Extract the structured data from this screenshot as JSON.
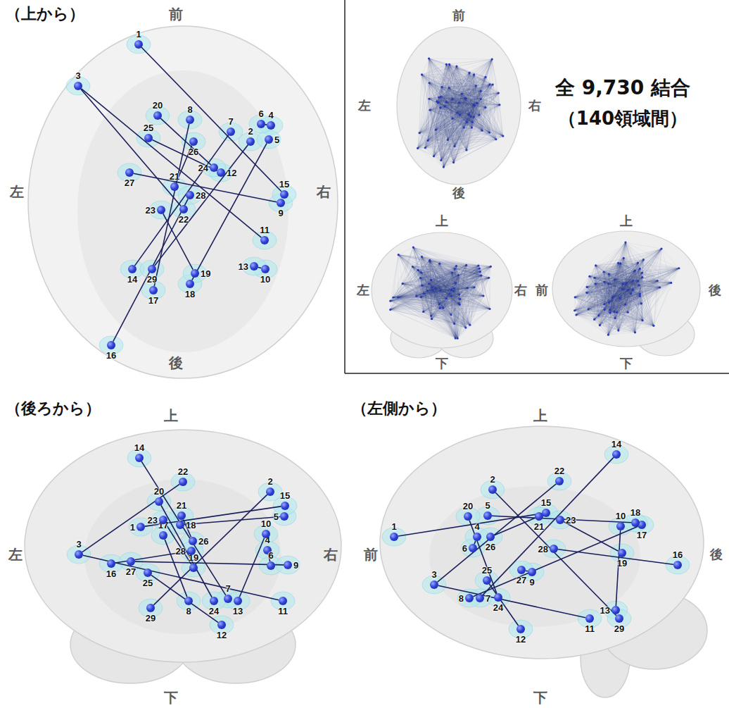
{
  "diagram": {
    "nodes": [
      {
        "text": [
          "1"
        ]
      },
      {
        "text": [
          "2"
        ]
      },
      {
        "text": [
          "3"
        ]
      },
      {
        "text": [
          "4"
        ]
      },
      {
        "text": [
          "5"
        ]
      },
      {
        "text": [
          "6"
        ]
      },
      {
        "text": [
          "7"
        ]
      },
      {
        "text": [
          "8"
        ]
      },
      {
        "text": [
          "9"
        ]
      },
      {
        "text": [
          "10"
        ]
      },
      {
        "text": [
          "11"
        ]
      },
      {
        "text": [
          "12"
        ]
      },
      {
        "text": [
          "13"
        ]
      },
      {
        "text": [
          "14"
        ]
      },
      {
        "text": [
          "15"
        ]
      },
      {
        "text": [
          "16"
        ]
      },
      {
        "text": [
          "17"
        ]
      },
      {
        "text": [
          "18"
        ]
      },
      {
        "text": [
          "19"
        ]
      },
      {
        "text": [
          "20"
        ]
      },
      {
        "text": [
          "21"
        ]
      },
      {
        "text": [
          "22"
        ]
      },
      {
        "text": [
          "23"
        ]
      },
      {
        "text": [
          "24"
        ]
      },
      {
        "text": [
          "25"
        ]
      },
      {
        "text": [
          "26"
        ]
      },
      {
        "text": [
          "27"
        ]
      },
      {
        "text": [
          "28"
        ]
      },
      {
        "text": [
          "29"
        ]
      },
      {
        "text": [
          "1"
        ]
      },
      {
        "text": [
          "2"
        ]
      },
      {
        "text": [
          "3"
        ]
      },
      {
        "text": [
          "4"
        ]
      },
      {
        "text": [
          "5"
        ]
      },
      {
        "text": [
          "6"
        ]
      },
      {
        "text": [
          "7"
        ]
      },
      {
        "text": [
          "8"
        ]
      },
      {
        "text": [
          "9"
        ]
      },
      {
        "text": [
          "10"
        ]
      },
      {
        "text": [
          "11"
        ]
      },
      {
        "text": [
          "12"
        ]
      },
      {
        "text": [
          "13"
        ]
      },
      {
        "text": [
          "14"
        ]
      },
      {
        "text": [
          "15"
        ]
      },
      {
        "text": [
          "16"
        ]
      },
      {
        "text": [
          "17"
        ]
      },
      {
        "text": [
          "18"
        ]
      },
      {
        "text": [
          "19"
        ]
      },
      {
        "text": [
          "20"
        ]
      },
      {
        "text": [
          "21"
        ]
      },
      {
        "text": [
          "22"
        ]
      },
      {
        "text": [
          "23"
        ]
      },
      {
        "text": [
          "24"
        ]
      },
      {
        "text": [
          "25"
        ]
      },
      {
        "text": [
          "26"
        ]
      },
      {
        "text": [
          "27"
        ]
      },
      {
        "text": [
          "28"
        ]
      },
      {
        "text": [
          "29"
        ]
      },
      {
        "text": [
          "1"
        ]
      },
      {
        "text": [
          "2"
        ]
      },
      {
        "text": [
          "3"
        ]
      },
      {
        "text": [
          "4"
        ]
      },
      {
        "text": [
          "5"
        ]
      },
      {
        "text": [
          "6"
        ]
      },
      {
        "text": [
          "7"
        ]
      },
      {
        "text": [
          "8"
        ]
      },
      {
        "text": [
          "9"
        ]
      },
      {
        "text": [
          "10"
        ]
      },
      {
        "text": [
          "11"
        ]
      },
      {
        "text": [
          "12"
        ]
      },
      {
        "text": [
          "13"
        ]
      },
      {
        "text": [
          "14"
        ]
      },
      {
        "text": [
          "15"
        ]
      },
      {
        "text": [
          "16"
        ]
      },
      {
        "text": [
          "17"
        ]
      },
      {
        "text": [
          "18"
        ]
      },
      {
        "text": [
          "19"
        ]
      },
      {
        "text": [
          "20"
        ]
      },
      {
        "text": [
          "21"
        ]
      },
      {
        "text": [
          "22"
        ]
      },
      {
        "text": [
          "23"
        ]
      },
      {
        "text": [
          "24"
        ]
      },
      {
        "text": [
          "25"
        ]
      },
      {
        "text": [
          "26"
        ]
      },
      {
        "text": [
          "27"
        ]
      },
      {
        "text": [
          "28"
        ]
      },
      {
        "text": [
          "29"
        ]
      }
    ],
    "edges": [
      {
        "from": 0,
        "to": 14,
        "arrow": "none"
      },
      {
        "from": 2,
        "to": 21,
        "arrow": "none"
      },
      {
        "from": 2,
        "to": 10,
        "arrow": "none"
      },
      {
        "from": 3,
        "to": 5,
        "arrow": "none"
      },
      {
        "from": 1,
        "to": 28,
        "arrow": "none"
      },
      {
        "from": 4,
        "to": 17,
        "arrow": "none"
      },
      {
        "from": 6,
        "to": 13,
        "arrow": "none"
      },
      {
        "from": 7,
        "to": 16,
        "arrow": "none"
      },
      {
        "from": 8,
        "to": 26,
        "arrow": "none"
      },
      {
        "from": 9,
        "to": 12,
        "arrow": "none"
      },
      {
        "from": 11,
        "to": 24,
        "arrow": "none"
      },
      {
        "from": 15,
        "to": 27,
        "arrow": "none"
      },
      {
        "from": 18,
        "to": 22,
        "arrow": "none"
      },
      {
        "from": 19,
        "to": 23,
        "arrow": "none"
      },
      {
        "from": 20,
        "to": 25,
        "arrow": "none"
      },
      {
        "from": 29,
        "to": 43,
        "arrow": "none"
      },
      {
        "from": 31,
        "to": 50,
        "arrow": "none"
      },
      {
        "from": 31,
        "to": 39,
        "arrow": "none"
      },
      {
        "from": 32,
        "to": 34,
        "arrow": "none"
      },
      {
        "from": 30,
        "to": 57,
        "arrow": "none"
      },
      {
        "from": 33,
        "to": 46,
        "arrow": "none"
      },
      {
        "from": 35,
        "to": 42,
        "arrow": "none"
      },
      {
        "from": 36,
        "to": 45,
        "arrow": "none"
      },
      {
        "from": 37,
        "to": 55,
        "arrow": "none"
      },
      {
        "from": 38,
        "to": 41,
        "arrow": "none"
      },
      {
        "from": 40,
        "to": 53,
        "arrow": "none"
      },
      {
        "from": 44,
        "to": 56,
        "arrow": "none"
      },
      {
        "from": 47,
        "to": 51,
        "arrow": "none"
      },
      {
        "from": 48,
        "to": 52,
        "arrow": "none"
      },
      {
        "from": 49,
        "to": 54,
        "arrow": "none"
      },
      {
        "from": 58,
        "to": 72,
        "arrow": "none"
      },
      {
        "from": 60,
        "to": 79,
        "arrow": "none"
      },
      {
        "from": 60,
        "to": 68,
        "arrow": "none"
      },
      {
        "from": 61,
        "to": 63,
        "arrow": "none"
      },
      {
        "from": 59,
        "to": 86,
        "arrow": "none"
      },
      {
        "from": 62,
        "to": 75,
        "arrow": "none"
      },
      {
        "from": 64,
        "to": 71,
        "arrow": "none"
      },
      {
        "from": 65,
        "to": 74,
        "arrow": "none"
      },
      {
        "from": 66,
        "to": 84,
        "arrow": "none"
      },
      {
        "from": 67,
        "to": 70,
        "arrow": "none"
      },
      {
        "from": 69,
        "to": 82,
        "arrow": "none"
      },
      {
        "from": 73,
        "to": 85,
        "arrow": "none"
      },
      {
        "from": 76,
        "to": 80,
        "arrow": "none"
      },
      {
        "from": 77,
        "to": 81,
        "arrow": "none"
      },
      {
        "from": 78,
        "to": 83,
        "arrow": "none"
      }
    ],
    "labels": [
      "（上から）",
      "前",
      "左",
      "右",
      "後",
      "前",
      "左",
      "右",
      "後",
      "全 9,730 結合",
      "（140領域間）",
      "上",
      "左",
      "右",
      "下",
      "上",
      "前",
      "後",
      "下",
      "（後ろから）",
      "上",
      "左",
      "右",
      "下",
      "（左側から）",
      "上",
      "前",
      "後",
      "下"
    ]
  }
}
